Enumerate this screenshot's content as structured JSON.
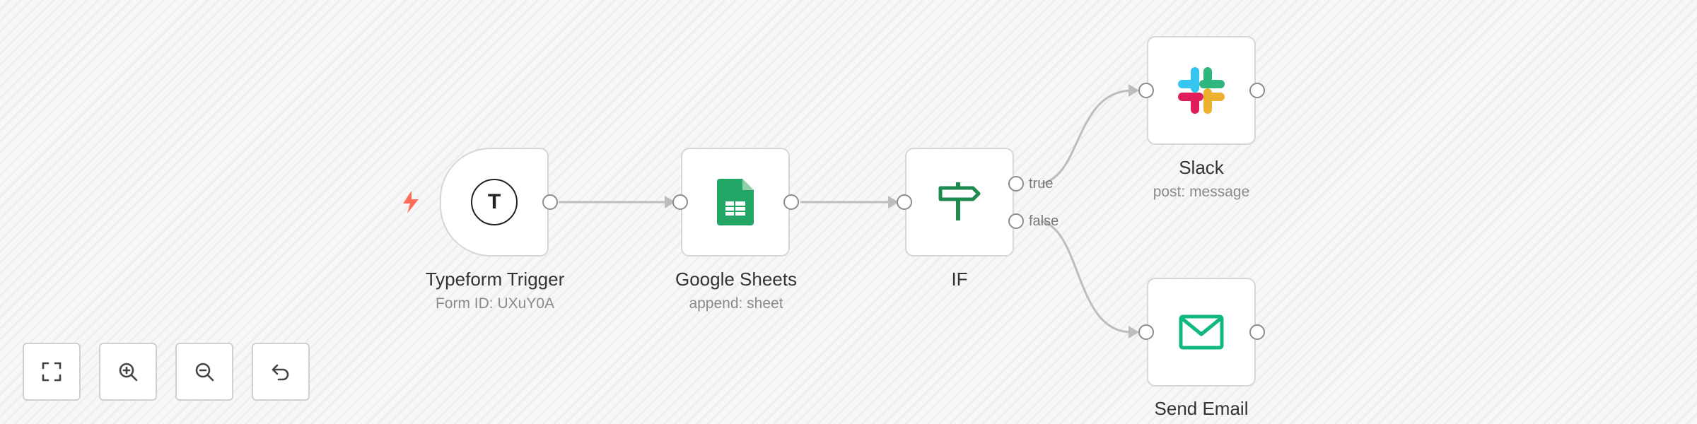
{
  "canvas": {
    "nodes": {
      "typeform": {
        "label": "Typeform Trigger",
        "subtitle": "Form ID: UXuY0A",
        "icon": "typeform-icon",
        "icon_text": "T",
        "accent": "#ff6d5a"
      },
      "sheets": {
        "label": "Google Sheets",
        "subtitle": "append: sheet",
        "icon": "google-sheets-icon",
        "accent": "#23a566"
      },
      "if": {
        "label": "IF",
        "icon": "signpost-icon",
        "accent": "#1e8a4f"
      },
      "slack": {
        "label": "Slack",
        "subtitle": "post: message",
        "icon": "slack-icon"
      },
      "email": {
        "label": "Send Email",
        "icon": "envelope-icon",
        "accent": "#11b87f"
      }
    },
    "branches": {
      "true_label": "true",
      "false_label": "false"
    }
  },
  "controls": [
    {
      "name": "fit-view-button",
      "icon": "fullscreen-icon"
    },
    {
      "name": "zoom-in-button",
      "icon": "zoom-in-icon"
    },
    {
      "name": "zoom-out-button",
      "icon": "zoom-out-icon"
    },
    {
      "name": "reset-button",
      "icon": "undo-icon"
    }
  ]
}
